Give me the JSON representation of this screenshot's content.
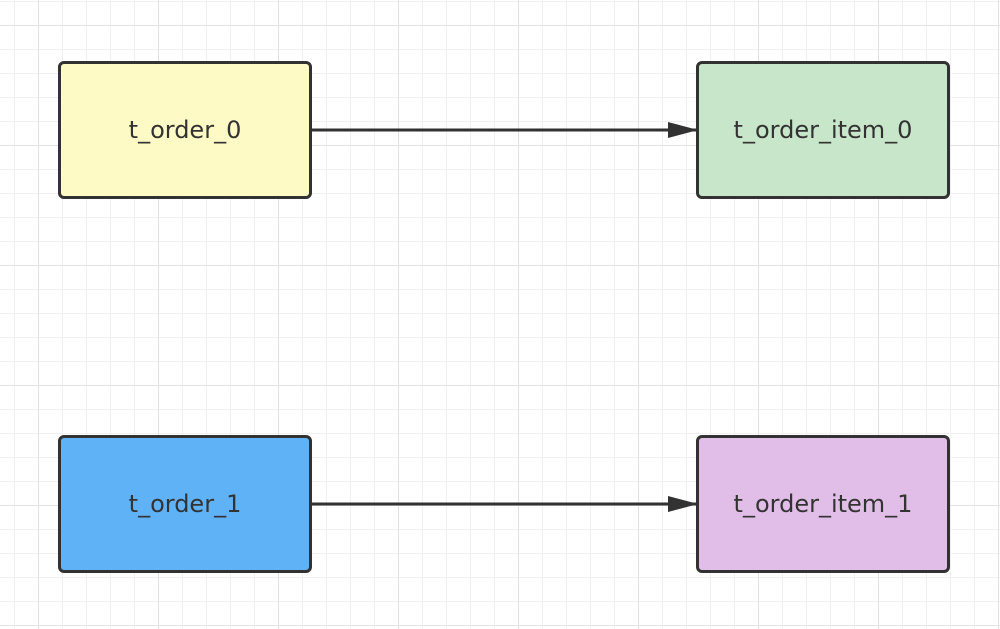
{
  "nodes": [
    {
      "id": "order-0",
      "label": "t_order_0",
      "fill": "#fefac5"
    },
    {
      "id": "item-0",
      "label": "t_order_item_0",
      "fill": "#c8e6c9"
    },
    {
      "id": "order-1",
      "label": "t_order_1",
      "fill": "#60b2f7"
    },
    {
      "id": "item-1",
      "label": "t_order_item_1",
      "fill": "#e1bee7"
    }
  ],
  "edges": [
    {
      "from": "order-0",
      "to": "item-0"
    },
    {
      "from": "order-1",
      "to": "item-1"
    }
  ],
  "colors": {
    "border": "#323232",
    "text": "#333333",
    "edge": "#323232",
    "grid_major": "#e2e2e2",
    "grid_minor": "#f1f1f1"
  }
}
